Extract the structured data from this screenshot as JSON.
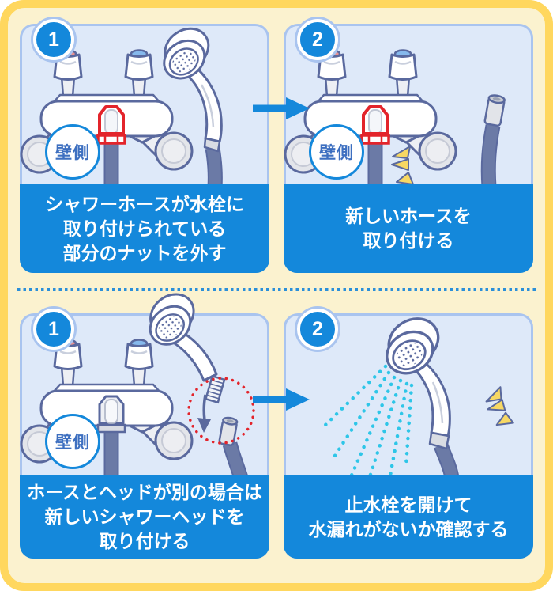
{
  "colors": {
    "frame_yellow": "#FFD75E",
    "background_cream": "#FBF2CF",
    "panel_blue_bg": "#DEE9F9",
    "panel_border": "#A9C4EF",
    "accent_blue": "#1488DB",
    "outline_navy": "#5A699E",
    "hose_blue": "#6B7AA6",
    "highlight_red": "#E3242B",
    "spray_cyan": "#2EC6E8",
    "sparkle_yellow": "#F7D863",
    "wall_text_blue": "#3D6FC0"
  },
  "icons": {
    "arrow": "right-arrow-icon",
    "sparkle": "emphasis-sparkle-icon",
    "dashed_circle": "red-dashed-circle",
    "down_arrow": "down-arrow-icon",
    "separator": "dotted-separator"
  },
  "panels": [
    {
      "step": "1",
      "wall_label": "壁側",
      "caption_lines": [
        "シャワーホースが水栓に",
        "取り付けられている",
        "部分のナットを外す"
      ]
    },
    {
      "step": "2",
      "wall_label": "壁側",
      "caption_lines": [
        "新しいホースを",
        "取り付ける"
      ]
    },
    {
      "step": "1",
      "wall_label": "壁側",
      "caption_lines": [
        "ホースとヘッドが別の場合は",
        "新しいシャワーヘッドを",
        "取り付ける"
      ]
    },
    {
      "step": "2",
      "caption_lines": [
        "止水栓を開けて",
        "水漏れがないか確認する"
      ]
    }
  ]
}
